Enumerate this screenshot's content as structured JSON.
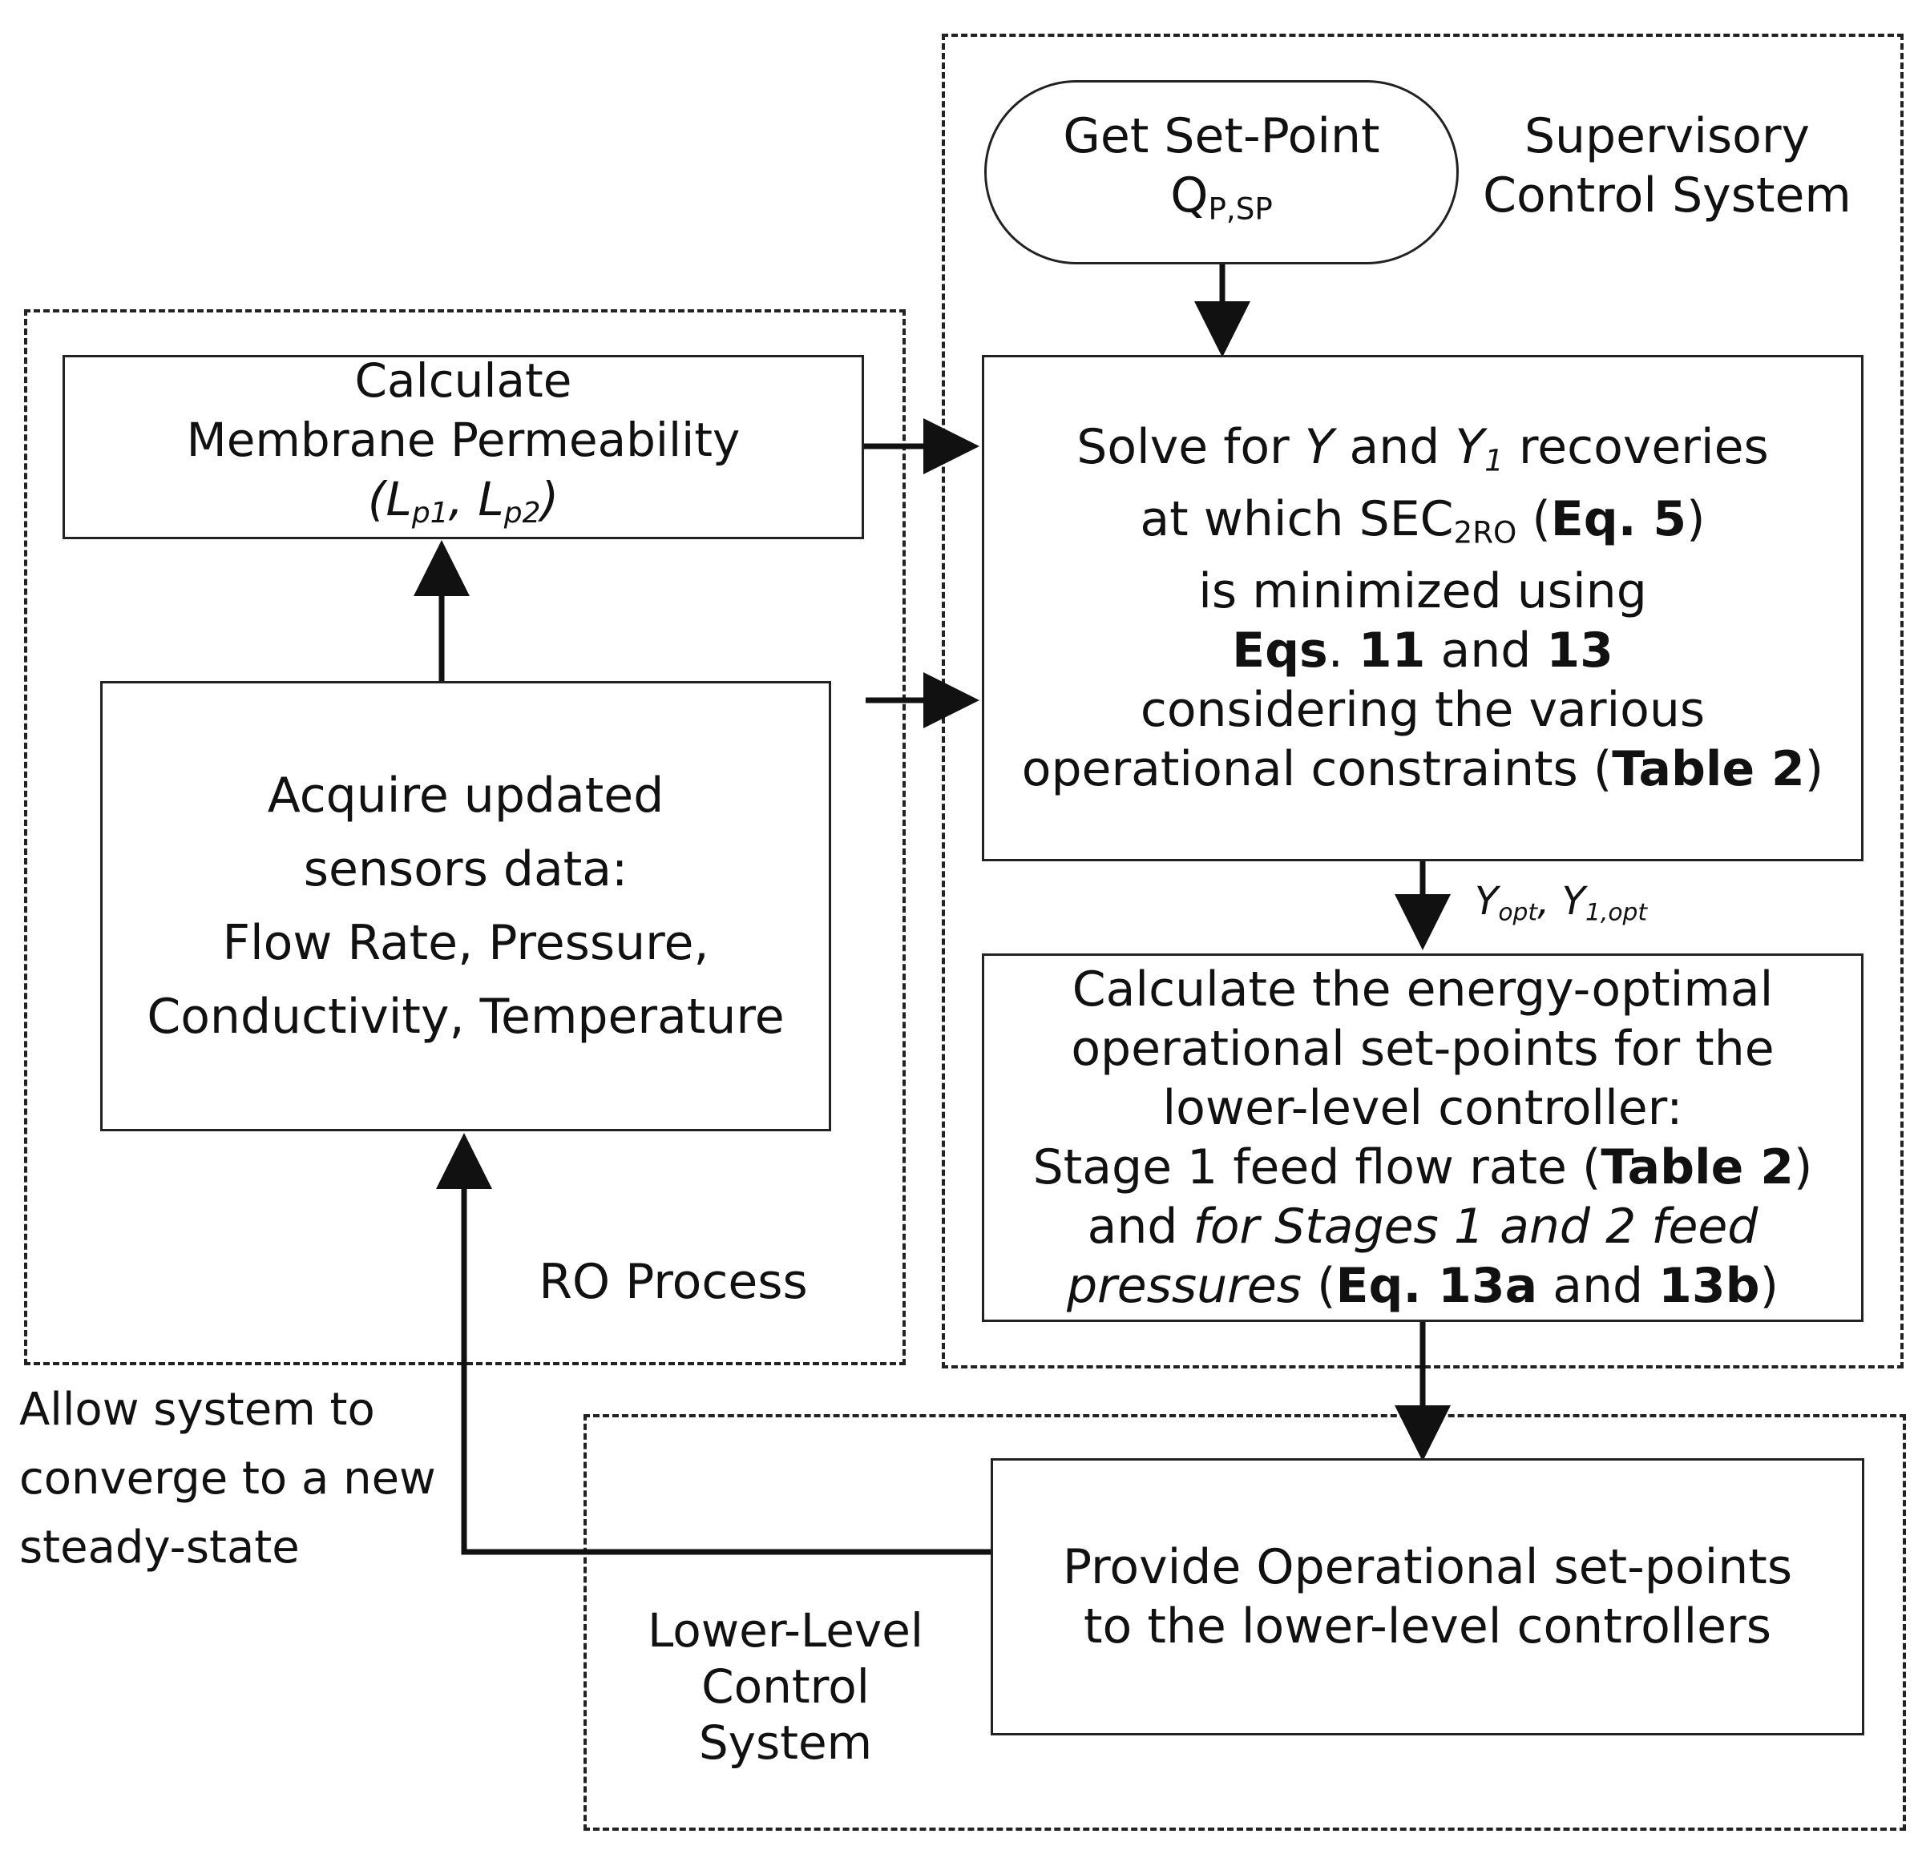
{
  "groups": {
    "supervisory": {
      "line1": "Supervisory",
      "line2": "Control System"
    },
    "ro_process": {
      "label": "RO Process"
    },
    "lower_level": {
      "line1": "Lower-Level",
      "line2": "Control",
      "line3": "System"
    }
  },
  "start": {
    "line1": "Get Set-Point",
    "q": "Q",
    "q_sub": "P,SP"
  },
  "permeability": {
    "line1": "Calculate",
    "line2": "Membrane Permeability",
    "open": "(L",
    "sub1": "p1",
    "mid": ", L",
    "sub2": "p2",
    "close": ")"
  },
  "sensors": {
    "line1": "Acquire updated",
    "line2": "sensors data:",
    "line3": "Flow Rate, Pressure,",
    "line4": "Conductivity, Temperature"
  },
  "solve": {
    "l1_a": "Solve for ",
    "l1_y": "Y",
    "l1_b": " and ",
    "l1_y1": "Y",
    "l1_y1_sub": "1",
    "l1_c": " recoveries",
    "l2_a": "at which SEC",
    "l2_sub": "2RO",
    "l2_b": " (",
    "l2_eq": "Eq. 5",
    "l2_c": ")",
    "l3": "is minimized using",
    "l4_a": "Eqs",
    "l4_b": ". ",
    "l4_c": "11",
    "l4_d": " and ",
    "l4_e": "13",
    "l5": "considering the various",
    "l6_a": "operational constraints (",
    "l6_b": "Table 2",
    "l6_c": ")"
  },
  "opt_label": {
    "y": "Y",
    "y_sub": "opt",
    "sep": ", ",
    "y1": "Y",
    "y1_sub": "1,opt"
  },
  "calc": {
    "l1": "Calculate the energy-optimal",
    "l2": "operational set-points for the",
    "l3": "lower-level controller:",
    "l4_a": "Stage 1 feed flow rate (",
    "l4_b": "Table 2",
    "l4_c": ")",
    "l5_a": "and ",
    "l5_b": "for Stages 1 and 2 feed",
    "l6_a": "pressures",
    "l6_b": " (",
    "l6_c": "Eq. 13a",
    "l6_d": " and ",
    "l6_e": "13b",
    "l6_f": ")"
  },
  "provide": {
    "line1": "Provide Operational set-points",
    "line2": "to the lower-level controllers"
  },
  "feedback": {
    "line1": "Allow system to",
    "line2": "converge to a new",
    "line3": "steady-state"
  }
}
